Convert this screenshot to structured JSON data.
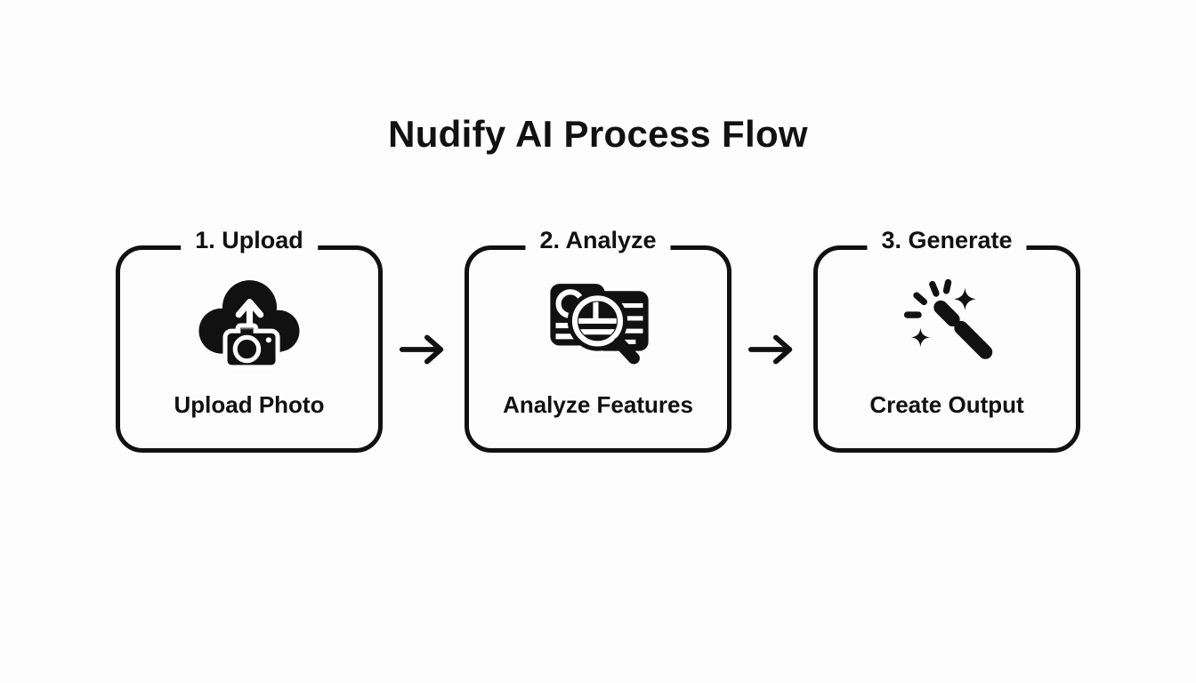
{
  "title": "Nudify AI Process Flow",
  "colors": {
    "ink": "#111111",
    "background": "#fdfdfd"
  },
  "steps": [
    {
      "label": "1. Upload",
      "caption": "Upload Photo",
      "icon": "cloud-upload-camera-icon"
    },
    {
      "label": "2. Analyze",
      "caption": "Analyze Features",
      "icon": "magnifier-documents-icon"
    },
    {
      "label": "3. Generate",
      "caption": "Create Output",
      "icon": "magic-wand-icon"
    }
  ],
  "connectors": [
    {
      "glyph": "arrow-right"
    },
    {
      "glyph": "arrow-right"
    }
  ]
}
